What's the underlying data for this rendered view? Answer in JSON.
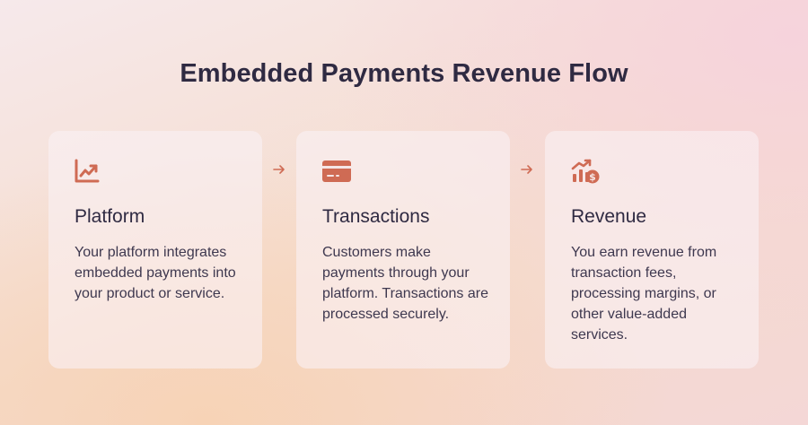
{
  "title": "Embedded Payments Revenue Flow",
  "accent_color": "#cf6b54",
  "steps": [
    {
      "icon": "chart-trend-icon",
      "title": "Platform",
      "description": "Your platform integrates embedded payments into your product or service."
    },
    {
      "icon": "credit-card-icon",
      "title": "Transactions",
      "description": "Customers make payments through your platform. Transactions are processed securely."
    },
    {
      "icon": "revenue-growth-icon",
      "title": "Revenue",
      "description": "You earn revenue from transaction fees, processing margins, or other value-added services."
    }
  ]
}
